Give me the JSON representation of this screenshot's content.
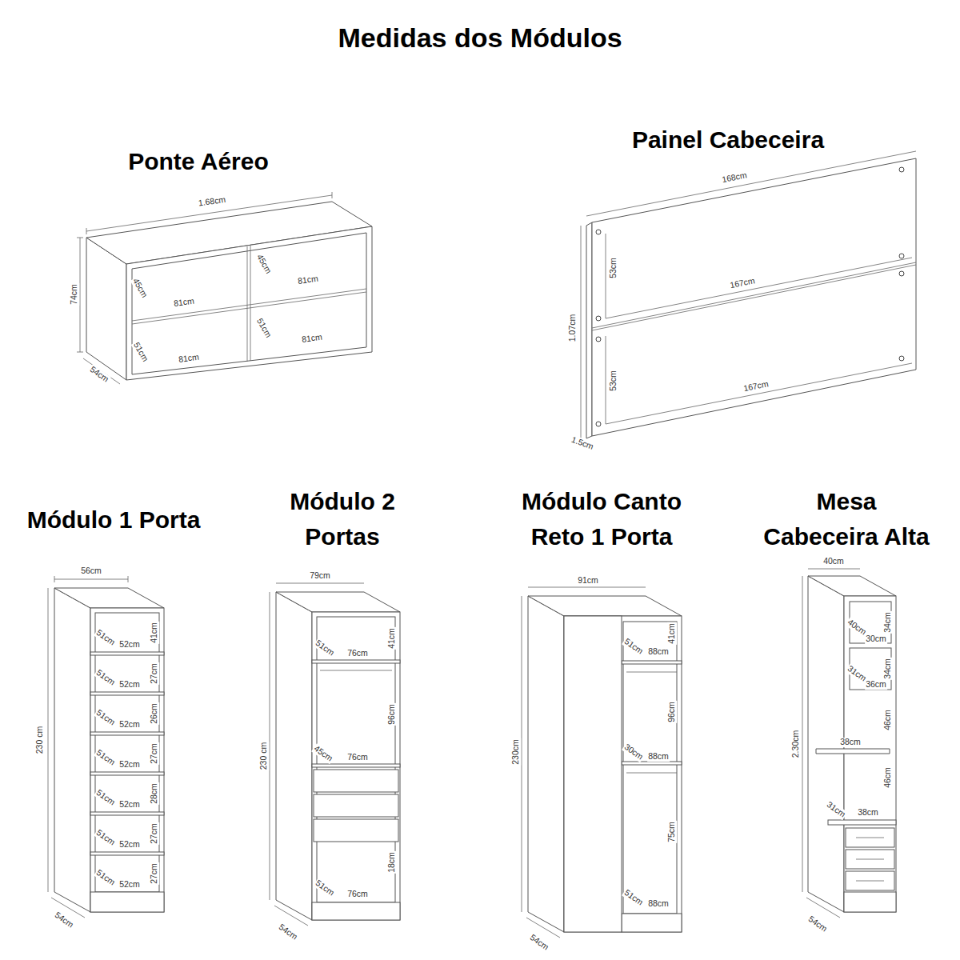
{
  "diagram": {
    "title": "Medidas dos Módulos",
    "labels": [
      "Ponte Aéreo",
      "1.68cm",
      "74cm",
      "54cm",
      "45cm",
      "81cm",
      "45cm",
      "81cm",
      "51cm",
      "81cm",
      "51cm",
      "81cm",
      "Painel Cabeceira",
      "168cm",
      "53cm",
      "167cm",
      "1.07cm",
      "53cm",
      "167cm",
      "1.5cm",
      "Módulo 1 Porta",
      "56cm",
      "230 cm",
      "54cm",
      "41cm",
      "51cm",
      "52cm",
      "27cm",
      "51cm",
      "52cm",
      "26cm",
      "51cm",
      "52cm",
      "27cm",
      "51cm",
      "52cm",
      "28cm",
      "51cm",
      "52cm",
      "27cm",
      "51cm",
      "52cm",
      "27cm",
      "51cm",
      "52cm",
      "Módulo 2 Portas",
      "79cm",
      "230 cm",
      "54cm",
      "41cm",
      "51cm",
      "76cm",
      "96cm",
      "45cm",
      "76cm",
      "18cm",
      "51cm",
      "76cm",
      "Módulo Canto Reto 1 Porta",
      "91cm",
      "230cm",
      "54cm",
      "41cm",
      "51cm",
      "88cm",
      "96cm",
      "30cm",
      "88cm",
      "75cm",
      "51cm",
      "88cm",
      "Mesa Cabeceira Alta",
      "40cm",
      "2.30cm",
      "54cm",
      "34cm",
      "40cm",
      "30cm",
      "34cm",
      "31cm",
      "36cm",
      "46cm",
      "38cm",
      "46cm",
      "31cm",
      "38cm"
    ]
  }
}
